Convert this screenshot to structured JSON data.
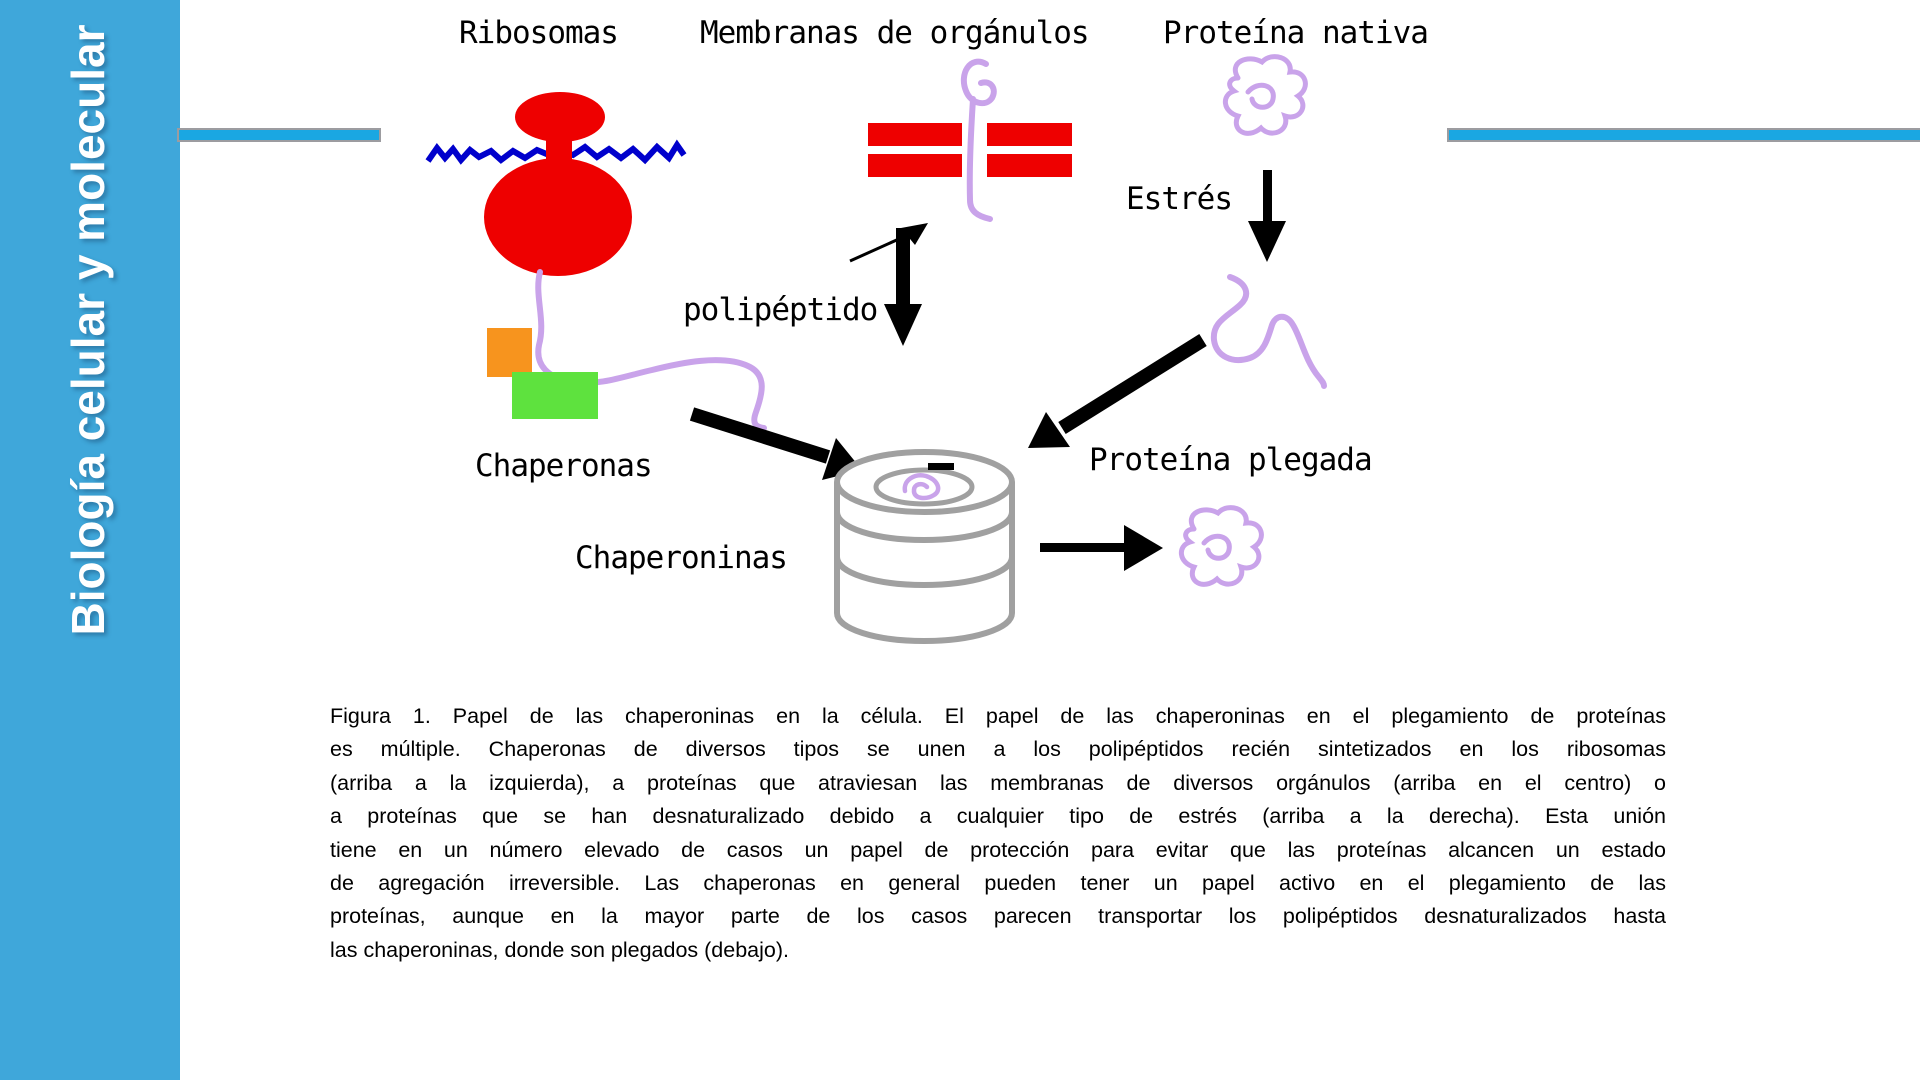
{
  "sidebar": {
    "title": "Biología celular y molecular"
  },
  "diagram": {
    "labels": {
      "ribosomas": "Ribosomas",
      "membranas": "Membranas de orgánulos",
      "proteina_nativa": "Proteína nativa",
      "estres": "Estrés",
      "polipeptido": "polipéptido",
      "chaperonas": "Chaperonas",
      "chaperoninas": "Chaperoninas",
      "proteina_plegada": "Proteína plegada"
    },
    "colors": {
      "sidebar_blue": "#3FA7DA",
      "rule_blue": "#1AA7E2",
      "ribosome_red": "#EE0000",
      "mrna_blue": "#0000CC",
      "protein_purple": "#C9A3EA",
      "chaperone_orange": "#F7941E",
      "chaperone_green": "#5EE23E",
      "chaperonin_gray": "#A0A0A0"
    }
  },
  "caption": {
    "lines": [
      "Figura 1. Papel de las chaperoninas en la célula. El papel de las chaperoninas en el plegamiento de proteínas",
      "es múltiple. Chaperonas de diversos tipos se unen a los polipéptidos recién sintetizados en los ribosomas",
      "(arriba a la izquierda), a proteínas que atraviesan las membranas de diversos orgánulos (arriba en el centro) o",
      "a proteínas que se han desnaturalizado debido a cualquier tipo de estrés (arriba a la derecha). Esta unión",
      "tiene en un número elevado de casos un papel de protección para evitar que las proteínas alcancen un estado",
      "de agregación irreversible. Las chaperonas en general pueden tener un papel activo en el plegamiento de las",
      "proteínas, aunque en la mayor parte de los casos parecen transportar los polipéptidos desnaturalizados hasta",
      "las chaperoninas, donde son plegados (debajo)."
    ]
  }
}
